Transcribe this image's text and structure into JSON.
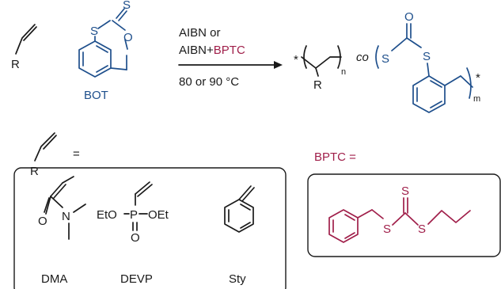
{
  "colors": {
    "black": "#1a1a1a",
    "blue": "#1e4f8c",
    "red": "#a01f4a"
  },
  "monomer": {
    "r_label": "R"
  },
  "bot": {
    "name": "BOT",
    "s_ring_label": "S",
    "s_thione_label": "S",
    "o_label": "O"
  },
  "conditions": {
    "line1": "AIBN or",
    "line2_prefix": "AIBN+",
    "line2_highlight": "BPTC",
    "line3": "80 or 90 °C"
  },
  "product": {
    "end_left": "*",
    "end_right": "*",
    "r_label": "R",
    "sub_n": "n",
    "co_label": "co",
    "s_left": "S",
    "s_right": "S",
    "o_label": "O",
    "sub_m": "m"
  },
  "legend": {
    "r_label": "R",
    "equals": "=",
    "monomers": [
      {
        "name": "DMA",
        "o_label": "O",
        "n_label": "N"
      },
      {
        "name": "DEVP",
        "left_label": "EtO",
        "p_label": "P",
        "right_label": "OEt",
        "o_label": "O"
      },
      {
        "name": "Sty"
      }
    ]
  },
  "bptc": {
    "label": "BPTC =",
    "s_thione_label": "S",
    "s_left_label": "S",
    "s_right_label": "S"
  }
}
